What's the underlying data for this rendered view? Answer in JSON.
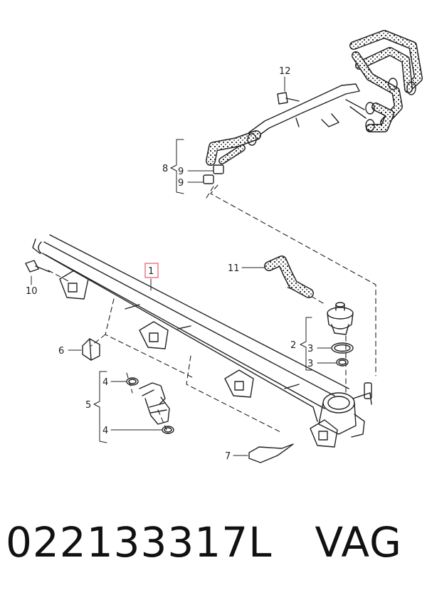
{
  "callouts": {
    "c1": "1",
    "c2": "2",
    "c3a": "3",
    "c3b": "3",
    "c4a": "4",
    "c4b": "4",
    "c5": "5",
    "c6": "6",
    "c7": "7",
    "c8": "8",
    "c9a": "9",
    "c9b": "9",
    "c10": "10",
    "c11": "11",
    "c12": "12"
  },
  "caption": {
    "part_number": "022133317L",
    "brand": "VAG"
  },
  "colors": {
    "line": "#222222",
    "highlight_box": "#e87b8a"
  }
}
